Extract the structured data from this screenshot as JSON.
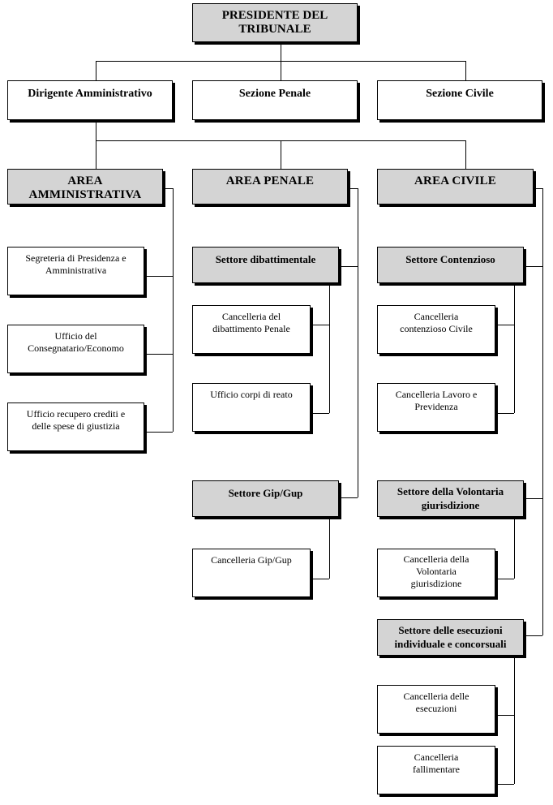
{
  "top": {
    "president": "PRESIDENTE DEL\nTRIBUNALE"
  },
  "level2": {
    "dirigente": "Dirigente Amministrativo",
    "sezione_penale": "Sezione Penale",
    "sezione_civile": "Sezione Civile"
  },
  "areas": {
    "amministrativa": {
      "title": "AREA\nAMMINISTRATIVA",
      "offices": [
        "Segreteria di Presidenza e\nAmministrativa",
        "Ufficio del\nConsegnatario/Economo",
        "Ufficio recupero crediti e\ndelle spese di giustizia"
      ]
    },
    "penale": {
      "title": "AREA PENALE",
      "sectors": [
        {
          "title": "Settore dibattimentale",
          "offices": [
            "Cancelleria del\ndibattimento Penale",
            "Ufficio corpi di reato"
          ]
        },
        {
          "title": "Settore Gip/Gup",
          "offices": [
            "Cancelleria Gip/Gup"
          ]
        }
      ]
    },
    "civile": {
      "title": "AREA CIVILE",
      "sectors": [
        {
          "title": "Settore Contenzioso",
          "offices": [
            "Cancelleria\ncontenzioso Civile",
            "Cancelleria Lavoro e\nPrevidenza"
          ]
        },
        {
          "title": "Settore della Volontaria\ngiurisdizione",
          "offices": [
            "Cancelleria della\nVolontaria\ngiurisdizione"
          ]
        },
        {
          "title": "Settore delle esecuzioni\nindividuale e concorsuali",
          "offices": [
            "Cancelleria delle\nesecuzioni",
            "Cancelleria\nfallimentare"
          ]
        }
      ]
    }
  }
}
